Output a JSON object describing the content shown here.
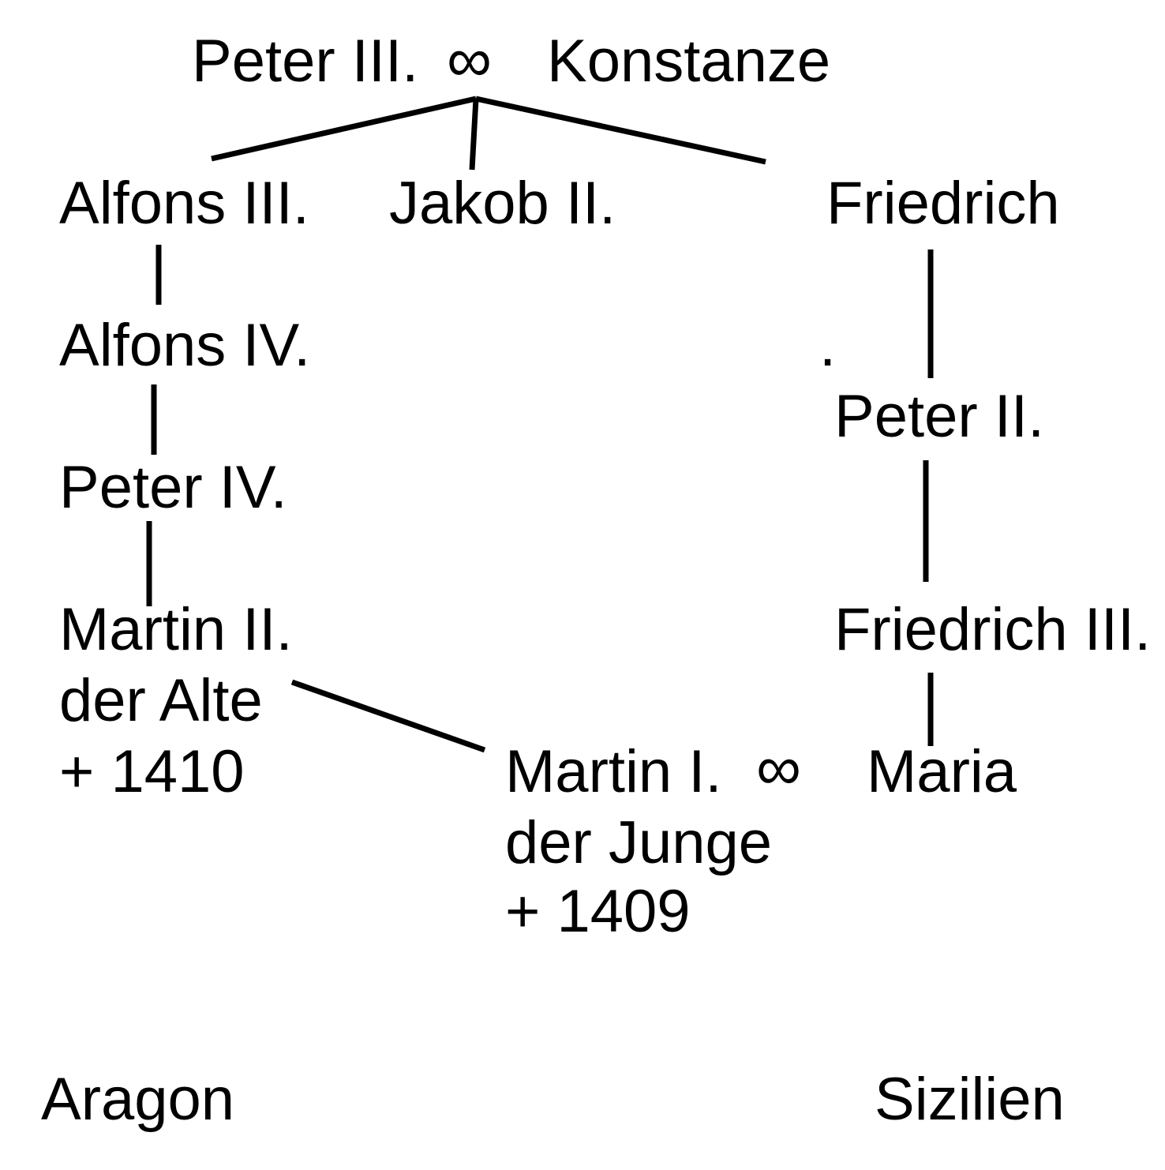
{
  "root": {
    "husband": "Peter III.",
    "marriage_symbol": "∞",
    "wife": "Konstanze"
  },
  "children": [
    "Alfons III.",
    "Jakob II.",
    "Friedrich"
  ],
  "aragon_line": [
    "Alfons IV.",
    "Peter IV.",
    "Martin II.",
    "der Alte",
    "+ 1410"
  ],
  "sicily_line": [
    "Peter II.",
    "Friedrich III.",
    "Maria"
  ],
  "stray_mark": ".",
  "martin_junior": {
    "name": "Martin I.",
    "epithet": "der Junge",
    "death": "+ 1409",
    "marriage_symbol": "∞"
  },
  "labels": {
    "left": "Aragon",
    "right": "Sizilien"
  },
  "colors": {
    "text": "#000000",
    "background": "#ffffff"
  }
}
